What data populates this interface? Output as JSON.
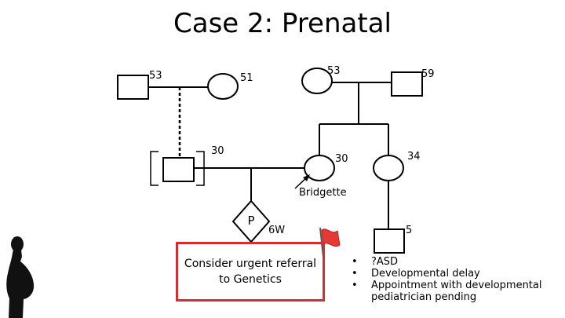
{
  "title": "Case 2: Prenatal",
  "ages": {
    "paternal_grandfather": "53",
    "paternal_grandmother": "51",
    "maternal_grandmother": "53",
    "maternal_grandfather": "59",
    "father": "30",
    "mother": "30",
    "aunt": "34",
    "cousin": "5"
  },
  "mother_name": "Bridgette",
  "pregnancy": {
    "symbol": "P",
    "gestation": "6W"
  },
  "referral_text": "Consider urgent referral to Genetics",
  "cousin_notes": [
    "?ASD",
    "Developmental delay",
    "Appointment with developmental pediatrician pending"
  ],
  "colors": {
    "flag": "#e53935",
    "referral_border": "#d32f2f",
    "silhouette": "#111111"
  },
  "icons": {
    "flag": "red-flag-icon",
    "silhouette": "pregnant-woman-silhouette"
  }
}
